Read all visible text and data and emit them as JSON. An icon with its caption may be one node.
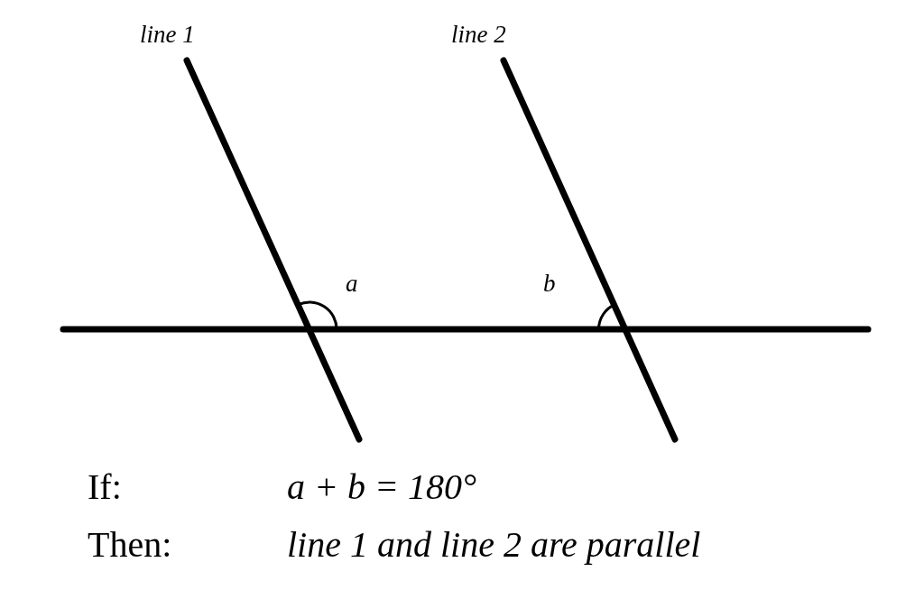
{
  "diagram": {
    "labels": [
      "line 1",
      "line 2",
      "a",
      "b",
      "If:",
      "a + b = 180°",
      "Then:",
      "line 1 and line 2 are parallel"
    ]
  }
}
